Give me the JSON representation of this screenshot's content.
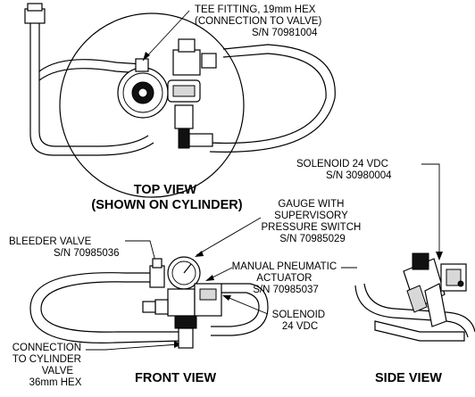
{
  "labels": {
    "tee_fitting": [
      "TEE FITTING, 19mm HEX",
      "(CONNECTION TO VALVE)",
      "S/N 70981004"
    ],
    "solenoid_side": [
      "SOLENOID 24 VDC",
      "S/N 30980004"
    ],
    "gauge": [
      "GAUGE WITH",
      "SUPERVISORY",
      "PRESSURE SWITCH",
      "S/N 70985029"
    ],
    "bleeder": [
      "BLEEDER VALVE",
      "S/N 70985036"
    ],
    "manual_actuator": [
      "MANUAL PNEUMATIC",
      "ACTUATOR",
      "S/N 70985037"
    ],
    "solenoid_front": [
      "SOLENOID",
      "24 VDC"
    ],
    "connection": [
      "CONNECTION",
      "TO CYLINDER",
      "VALVE",
      "36mm HEX"
    ]
  },
  "views": {
    "top": [
      "TOP VIEW",
      "(SHOWN ON CYLINDER)"
    ],
    "front": "FRONT VIEW",
    "side": "SIDE VIEW"
  }
}
